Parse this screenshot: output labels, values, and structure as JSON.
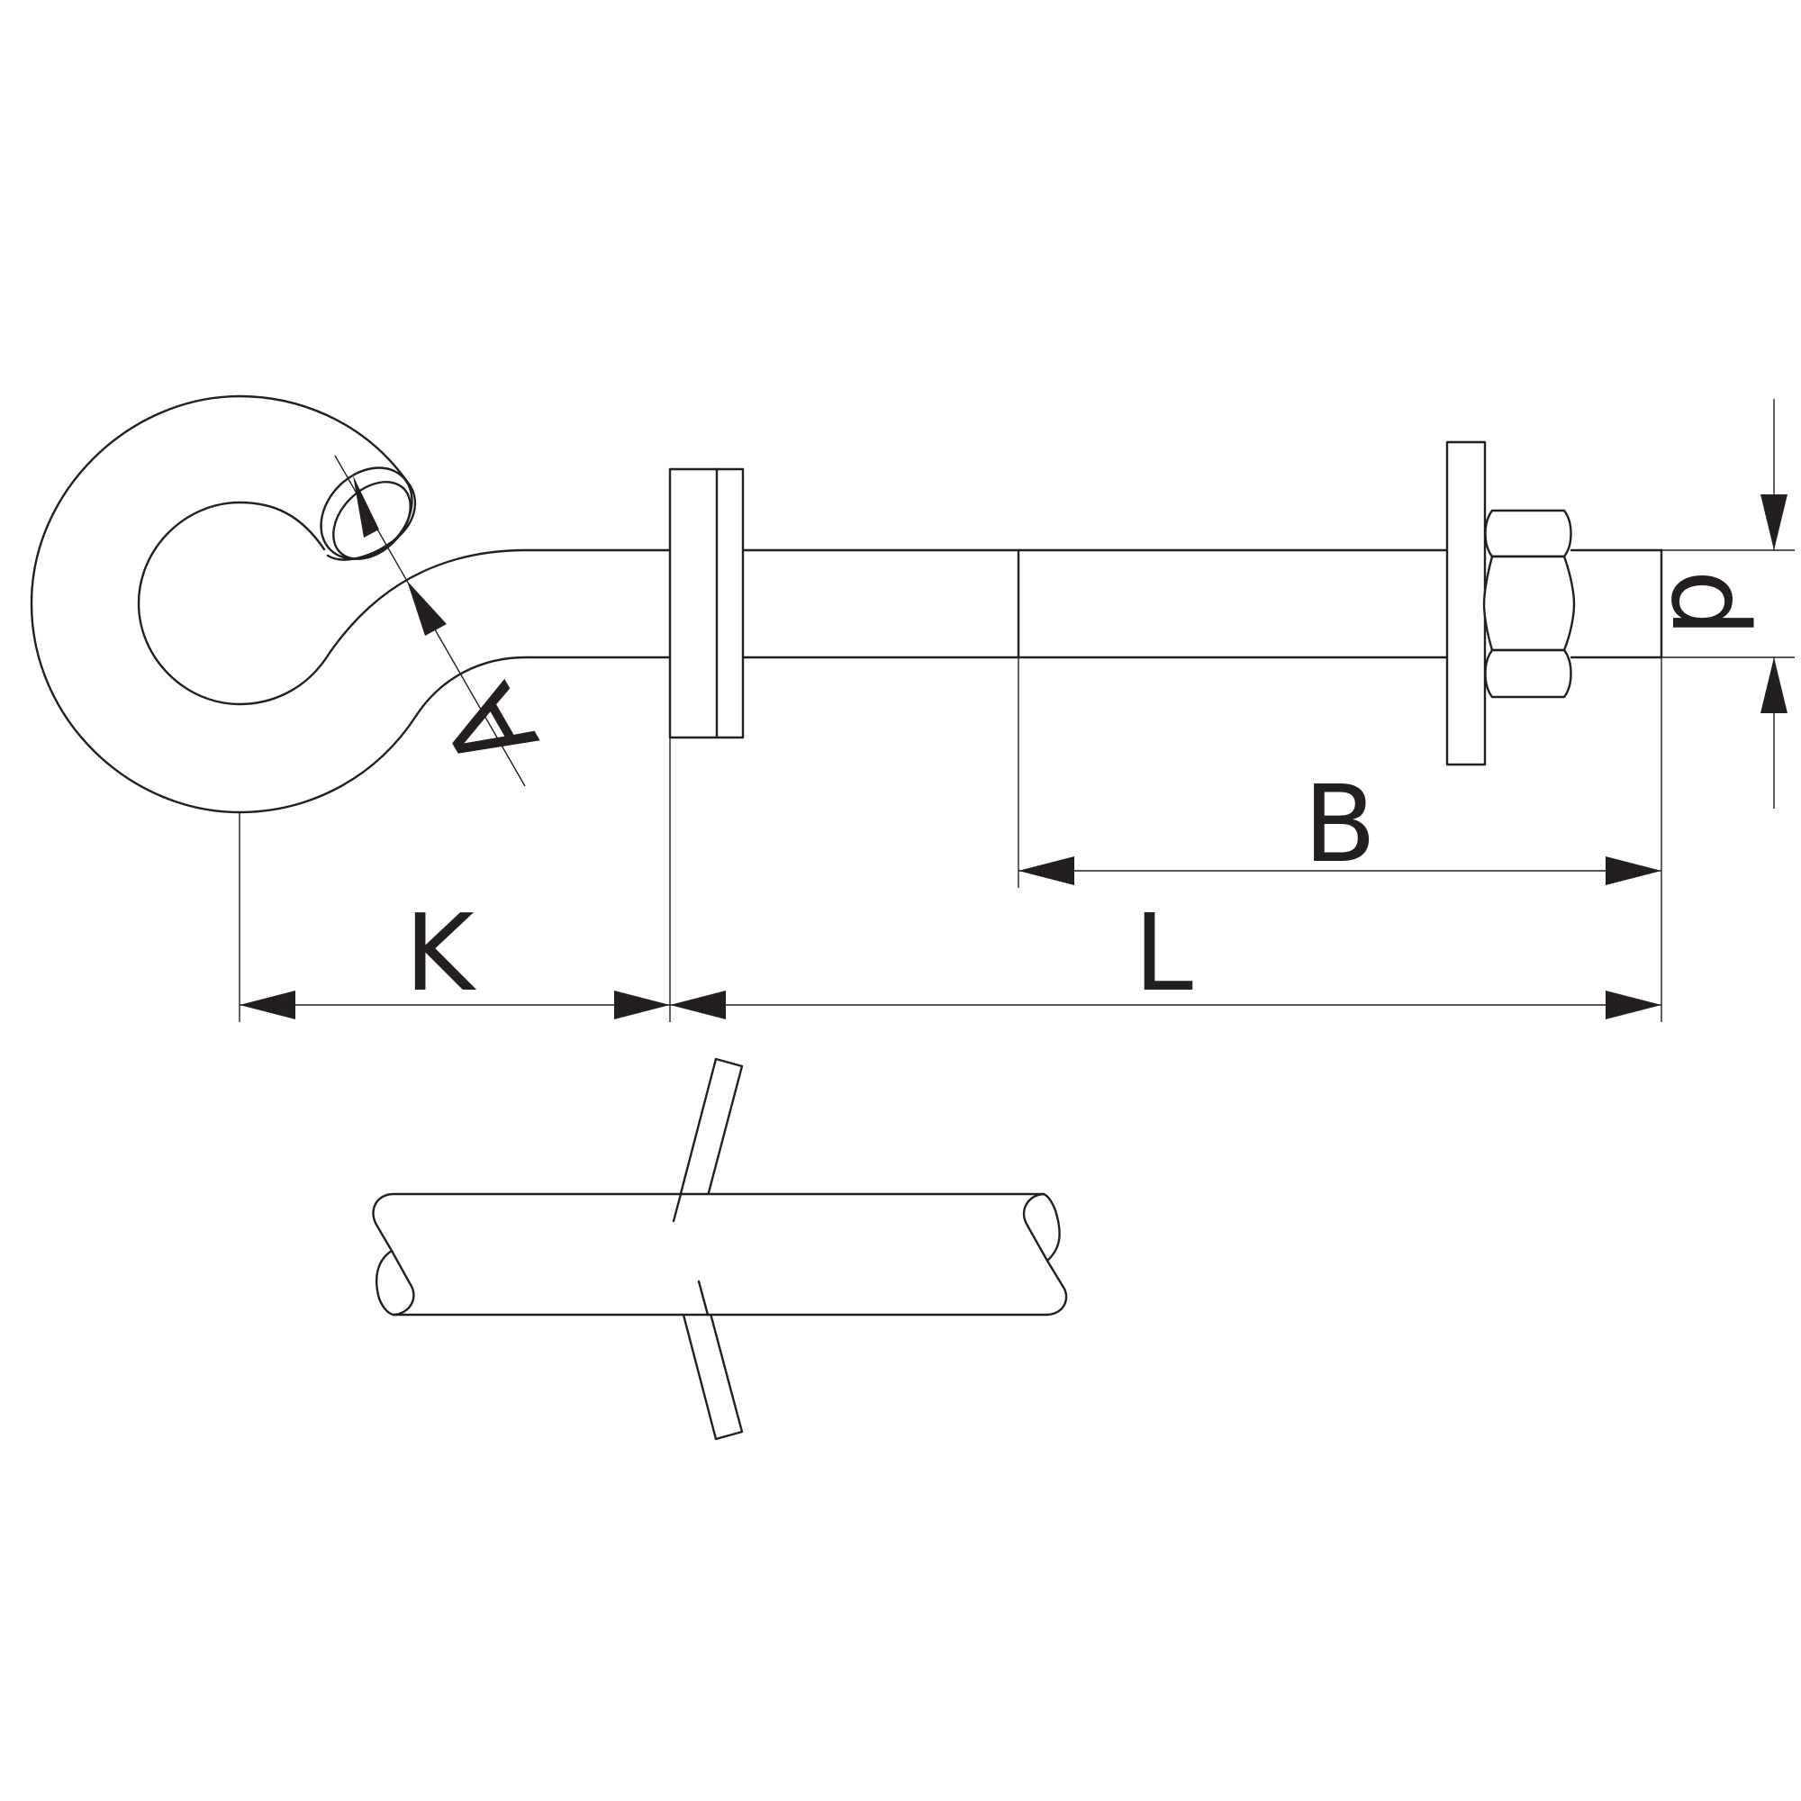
{
  "colors": {
    "line": "#231f20",
    "background": "#ffffff"
  },
  "dimensions": {
    "k": "K",
    "l": "L",
    "b": "B",
    "a": "A",
    "d": "d"
  }
}
